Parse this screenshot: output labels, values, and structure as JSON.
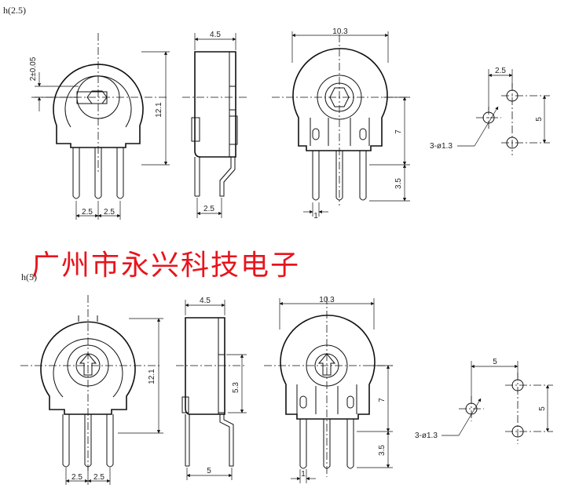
{
  "watermark": "广州市永兴科技电子",
  "variant_a": {
    "label": "h(2.5)",
    "dims": {
      "shaft_offset": "2±0.05",
      "height": "12.1",
      "pin_pitch_1": "2.5",
      "pin_pitch_2": "2.5",
      "side_width": "4.5",
      "side_pin_offset": "2.5",
      "rear_width": "10.3",
      "rear_height": "7",
      "pin_length": "3.5",
      "pin_width": "1",
      "fp_pitch_x": "2.5",
      "fp_pitch_y": "5",
      "fp_hole": "3-ø1.3"
    }
  },
  "variant_b": {
    "label": "h(5)",
    "dims": {
      "height": "12.1",
      "pin_pitch_1": "2.5",
      "pin_pitch_2": "2.5",
      "side_width": "4.5",
      "side_height": "5.3",
      "side_base": "5",
      "rear_width": "10.3",
      "rear_height": "7",
      "pin_length": "3.5",
      "pin_width": "1",
      "fp_pitch_x": "5",
      "fp_pitch_y": "5",
      "fp_hole": "3-ø1.3"
    }
  }
}
